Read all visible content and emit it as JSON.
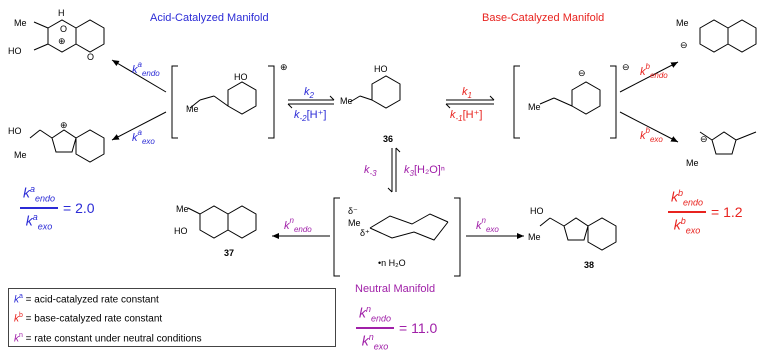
{
  "titles": {
    "acid": "Acid-Catalyzed Manifold",
    "base": "Base-Catalyzed Manifold",
    "neutral": "Neutral Manifold"
  },
  "colors": {
    "acid": "#2b2bd6",
    "base": "#e8231f",
    "neutral": "#a020a8"
  },
  "compounds": {
    "c36": "36",
    "c37": "37",
    "c38": "38"
  },
  "rates": {
    "acid_endo": {
      "k": "k",
      "sup": "a",
      "sub": "endo"
    },
    "acid_exo": {
      "k": "k",
      "sup": "a",
      "sub": "exo"
    },
    "base_endo": {
      "k": "k",
      "sup": "b",
      "sub": "endo"
    },
    "base_exo": {
      "k": "k",
      "sup": "b",
      "sub": "exo"
    },
    "neutral_endo": {
      "k": "k",
      "sup": "n",
      "sub": "endo"
    },
    "neutral_exo": {
      "k": "k",
      "sup": "n",
      "sub": "exo"
    },
    "k2": "k",
    "k2_sub": "2",
    "km2": "k",
    "km2_sub": "-2",
    "km2_tail": "[H⁺]",
    "k1": "k",
    "k1_sub": "1",
    "km1": "k",
    "km1_sub": "-1",
    "km1_tail": "[H⁺]",
    "km3": "k",
    "km3_sub": "-3",
    "k3": "k",
    "k3_sub": "3",
    "k3_tail": "[H₂O]ⁿ"
  },
  "ratios": {
    "acid": {
      "num_k": "k",
      "num_sup": "a",
      "num_sub": "endo",
      "den_k": "k",
      "den_sup": "a",
      "den_sub": "exo",
      "value": "= 2.0"
    },
    "base": {
      "num_k": "k",
      "num_sup": "b",
      "num_sub": "endo",
      "den_k": "k",
      "den_sup": "b",
      "den_sub": "exo",
      "value": "= 1.2"
    },
    "neutral": {
      "num_k": "k",
      "num_sup": "n",
      "num_sub": "endo",
      "den_k": "k",
      "den_sup": "n",
      "den_sub": "exo",
      "value": "= 11.0"
    }
  },
  "structure_labels": {
    "me": "Me",
    "ho": "HO",
    "h": "H",
    "o": "O",
    "oh_minus": "⊖",
    "o_plus": "⊕",
    "water": "•n H₂O",
    "delta_minus": "δ⁻",
    "delta_plus": "δ⁺"
  },
  "legend": [
    {
      "k": "k",
      "sup": "a",
      "text": " = acid-catalyzed rate constant",
      "color": "#2b2bd6"
    },
    {
      "k": "k",
      "sup": "b",
      "text": " = base-catalyzed rate constant",
      "color": "#e8231f"
    },
    {
      "k": "k",
      "sup": "n",
      "text": " = rate constant under neutral conditions",
      "color": "#a020a8"
    }
  ]
}
